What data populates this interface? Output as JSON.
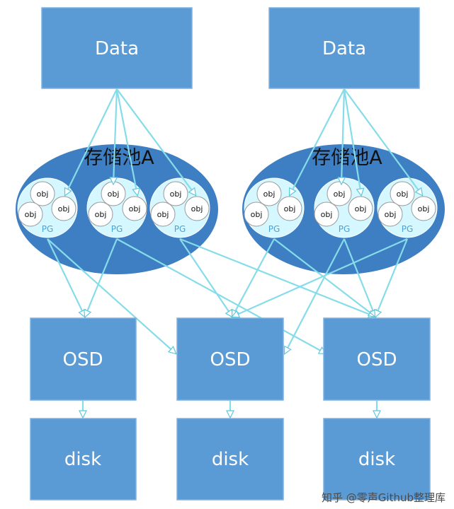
{
  "diagram": {
    "data_label": "Data",
    "pool_label": "存储池A",
    "obj_label": "obj",
    "pg_label": "PG",
    "osd_label": "OSD",
    "disk_label": "disk",
    "colors": {
      "box_fill": "#5b9bd5",
      "box_stroke": "#6fa8dc",
      "pool_fill": "#3e7fc4",
      "pg_fill": "#d5f7ff",
      "arrow_stroke": "#86dce8",
      "label_white": "#ffffff",
      "pg_text": "#4aa3d9"
    }
  },
  "watermark": "知乎 @零声Github整理库"
}
